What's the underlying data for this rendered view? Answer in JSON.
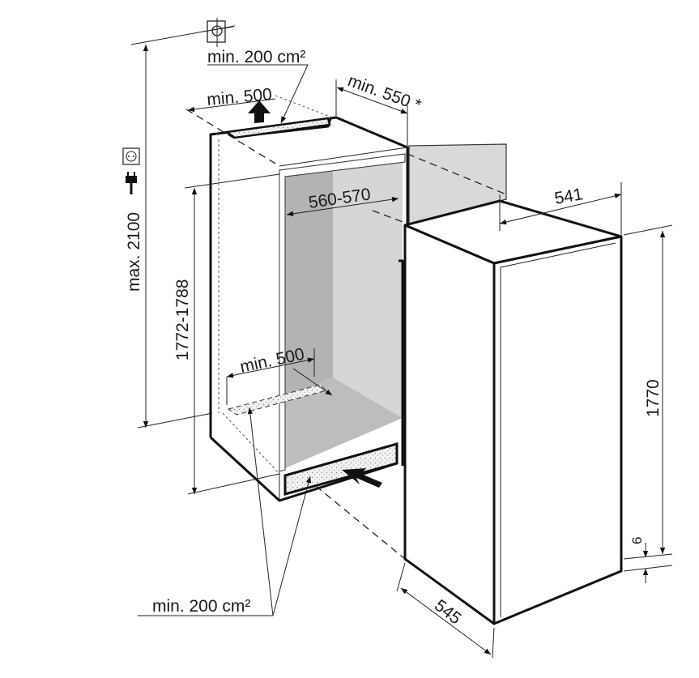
{
  "title": "Built-in appliance installation dimensions",
  "labels": {
    "top_vent_area": "min. 200 cm²",
    "top_vent_width": "min. 500",
    "depth_clearance": "min. 550 *",
    "niche_width": "560-570",
    "appliance_width": "541",
    "max_height": "max. 2100",
    "niche_height": "1772-1788",
    "bottom_vent_width": "min. 500",
    "appliance_height": "1770",
    "base_gap": "6",
    "appliance_depth": "545",
    "bottom_vent_area": "min. 200 cm²"
  },
  "icons": [
    "water-connection-icon",
    "socket-icon",
    "plug-icon"
  ],
  "colors": {
    "line": "#111111",
    "dark_panel": "#b3b3b3",
    "light_panel": "#d6d6d6",
    "vent": "#eeeeee"
  }
}
